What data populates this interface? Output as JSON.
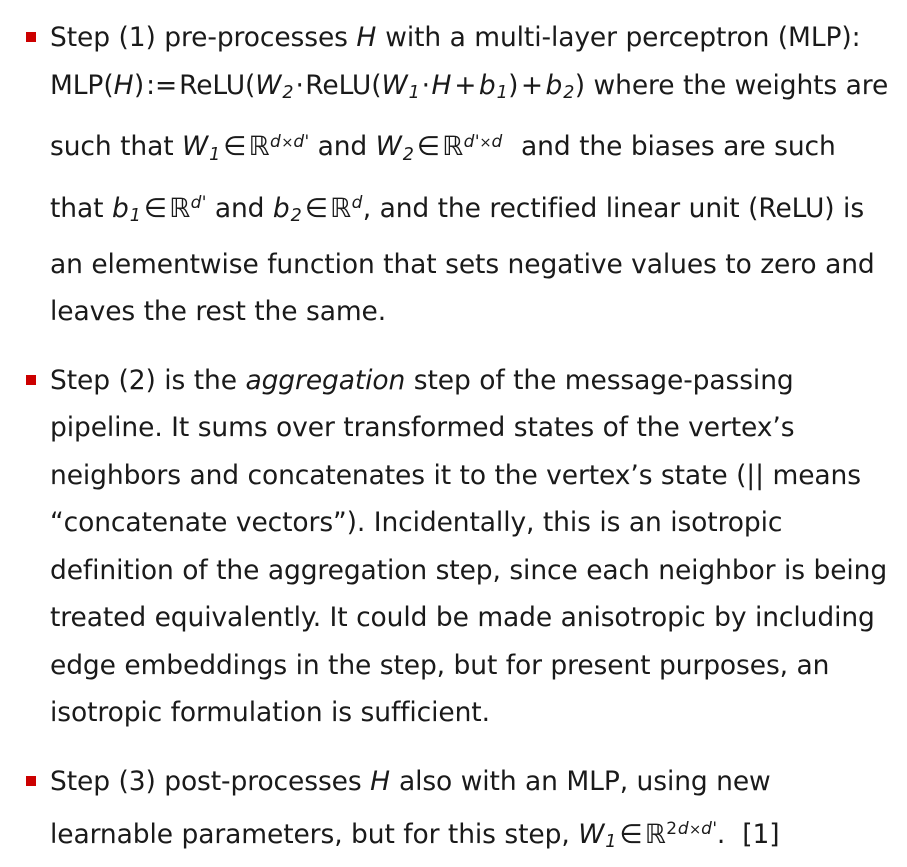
{
  "document": {
    "kind": "bulleted-prose",
    "background_color": "#ffffff",
    "text_color": "#1a1a1a",
    "bullet_color": "#cc0000",
    "bullet_shape": "square"
  },
  "bullets": [
    {
      "id": "step-1",
      "marker_icon": "red-square-bullet",
      "plain_text": "Step (1) pre-processes H with a multi-layer perceptron (MLP): MLP(H) := ReLU(W2 · ReLU(W1 · H + b1) + b2) where the weights are such that W1 ∈ ℝ^{d×d'} and W2 ∈ ℝ^{d'×d} and the biases are such that b1 ∈ ℝ^{d'} and b2 ∈ ℝ^{d}, and the rectified linear unit (ReLU) is an elementwise function that sets negative values to zero and leaves the rest the same.",
      "segments": {
        "s1": "Step (1) pre-processes ",
        "var_H_1": "H",
        "s2": " with a multi-layer perceptron (MLP): ",
        "fn_MLP": "MLP",
        "paren_open_1": "(",
        "var_H_2": "H",
        "paren_close_1": ")",
        "assign": ":=",
        "fn_ReLU_1": "ReLU",
        "paren_open_2": "(",
        "var_W_1": "W",
        "sub_2a": "2",
        "cdot_1": "·",
        "fn_ReLU_2": "ReLU",
        "paren_open_3": "(",
        "var_W_2": "W",
        "sub_1a": "1",
        "cdot_2": "·",
        "var_H_3": "H",
        "plus_1": "+",
        "var_b_1": "b",
        "sub_1b": "1",
        "paren_close_2": ")",
        "plus_2": "+",
        "var_b_2": "b",
        "sub_2b": "2",
        "paren_close_3": ")",
        "s3": " where the weights are such that ",
        "var_W_3": "W",
        "sub_1c": "1",
        "isin_1": "∈",
        "bbR_1": "ℝ",
        "sup_1_d": "d",
        "sup_1_times": "×",
        "sup_1_dprime": "d",
        "sup_1_prime": "'",
        "s4": " and ",
        "var_W_4": "W",
        "sub_2c": "2",
        "isin_2": "∈",
        "bbR_2": "ℝ",
        "sup_2_dprime": "d",
        "sup_2_prime": "'",
        "sup_2_times": "×",
        "sup_2_d": "d",
        "s5": " and the biases are such that ",
        "var_b_3": "b",
        "sub_1d": "1",
        "isin_3": "∈",
        "bbR_3": "ℝ",
        "sup_3_dprime": "d",
        "sup_3_prime": "'",
        "s6": " and ",
        "var_b_4": "b",
        "sub_2d": "2",
        "isin_4": "∈",
        "bbR_4": "ℝ",
        "sup_4_d": "d",
        "s7": ", and the rectified linear unit (ReLU) is an elementwise function that sets negative values to zero and leaves the rest the same."
      }
    },
    {
      "id": "step-2",
      "marker_icon": "red-square-bullet",
      "plain_text": "Step (2) is the aggregation step of the message-passing pipeline. It sums over transformed states of the vertex’s neighbors and concatenates it to the vertex’s state (|| means “concatenate vectors”). Incidentally, this is an isotropic definition of the aggregation step, since each neighbor is being treated equivalently. It could be made anisotropic by including edge embeddings in the step, but for present purposes, an isotropic formulation is sufficient.",
      "segments": {
        "s1": "Step (2) is the ",
        "emph_aggregation": "aggregation",
        "s2": " step of the message-passing pipeline. It sums over transformed states of the vertex’s neighbors and concatenates it to the vertex’s state (|| means “concatenate vectors”). Incidentally, this is an isotropic definition of the aggregation step, since each neighbor is being treated equivalently. It could be made anisotropic by including edge embeddings in the step, but for present purposes, an isotropic formulation is sufficient."
      }
    },
    {
      "id": "step-3",
      "marker_icon": "red-square-bullet",
      "plain_text": "Step (3) post-processes H also with an MLP, using new learnable parameters, but for this step, W1 ∈ ℝ^{2 d×d'}.  [1]",
      "segments": {
        "s1": "Step (3) post-processes ",
        "var_H": "H",
        "s2": " also with an MLP, using new learnable parameters, but for this step, ",
        "var_W": "W",
        "sub_1": "1",
        "isin": "∈",
        "bbR": "ℝ",
        "sup_num_2": "2",
        "sup_d": "d",
        "sup_times": "×",
        "sup_dprime": "d",
        "sup_prime": "'",
        "period": ".",
        "citation": "[1]"
      }
    }
  ]
}
